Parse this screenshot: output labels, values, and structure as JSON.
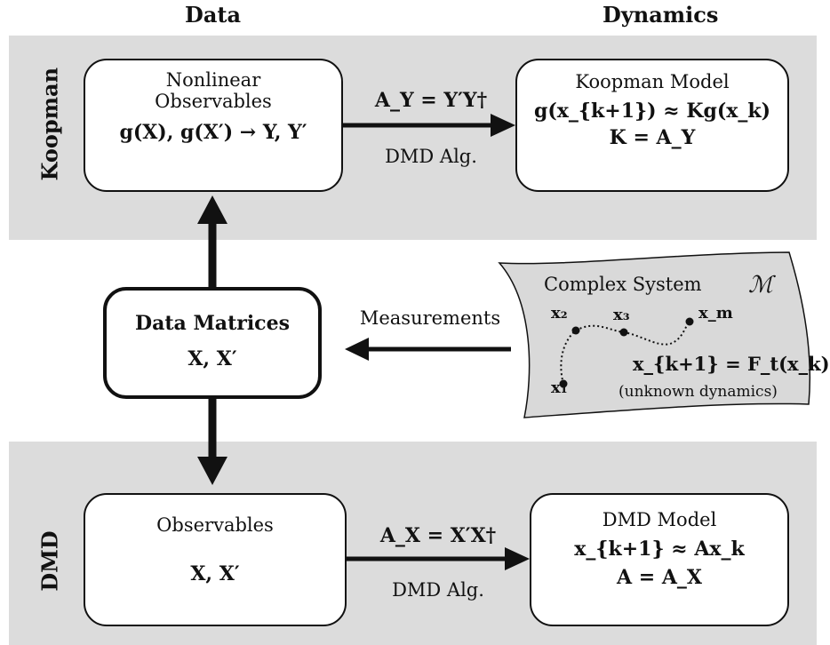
{
  "headers": {
    "data": "Data",
    "dynamics": "Dynamics"
  },
  "side_labels": {
    "koopman": "Koopman",
    "dmd": "DMD"
  },
  "koopman": {
    "observables_box": {
      "line1": "Nonlinear",
      "line2": "Observables",
      "line3": "g(X), g(X′) → Y, Y′"
    },
    "arrow_top_label": "A_Y = Y′Y†",
    "arrow_bottom_label": "DMD Alg.",
    "model_box": {
      "title": "Koopman Model",
      "line2": "g(x_{k+1}) ≈ Kg(x_k)",
      "line3": "K = A_Y"
    }
  },
  "middle": {
    "data_matrices": {
      "title": "Data Matrices",
      "vars": "X, X′"
    },
    "measurements_label": "Measurements",
    "complex_system": {
      "title": "Complex System",
      "manifold": "ℳ",
      "points": [
        "x₁",
        "x₂",
        "x₃",
        "x_m"
      ],
      "equation": "x_{k+1} = F_t(x_k)",
      "note": "(unknown dynamics)"
    }
  },
  "dmd": {
    "observables_box": {
      "title": "Observables",
      "vars": "X, X′"
    },
    "arrow_top_label": "A_X = X′X†",
    "arrow_bottom_label": "DMD Alg.",
    "model_box": {
      "title": "DMD Model",
      "line2": "x_{k+1} ≈ Ax_k",
      "line3": "A = A_X"
    }
  },
  "colors": {
    "band": "#dcdcdc",
    "manifold": "#d9d9d9",
    "ink": "#111111"
  }
}
